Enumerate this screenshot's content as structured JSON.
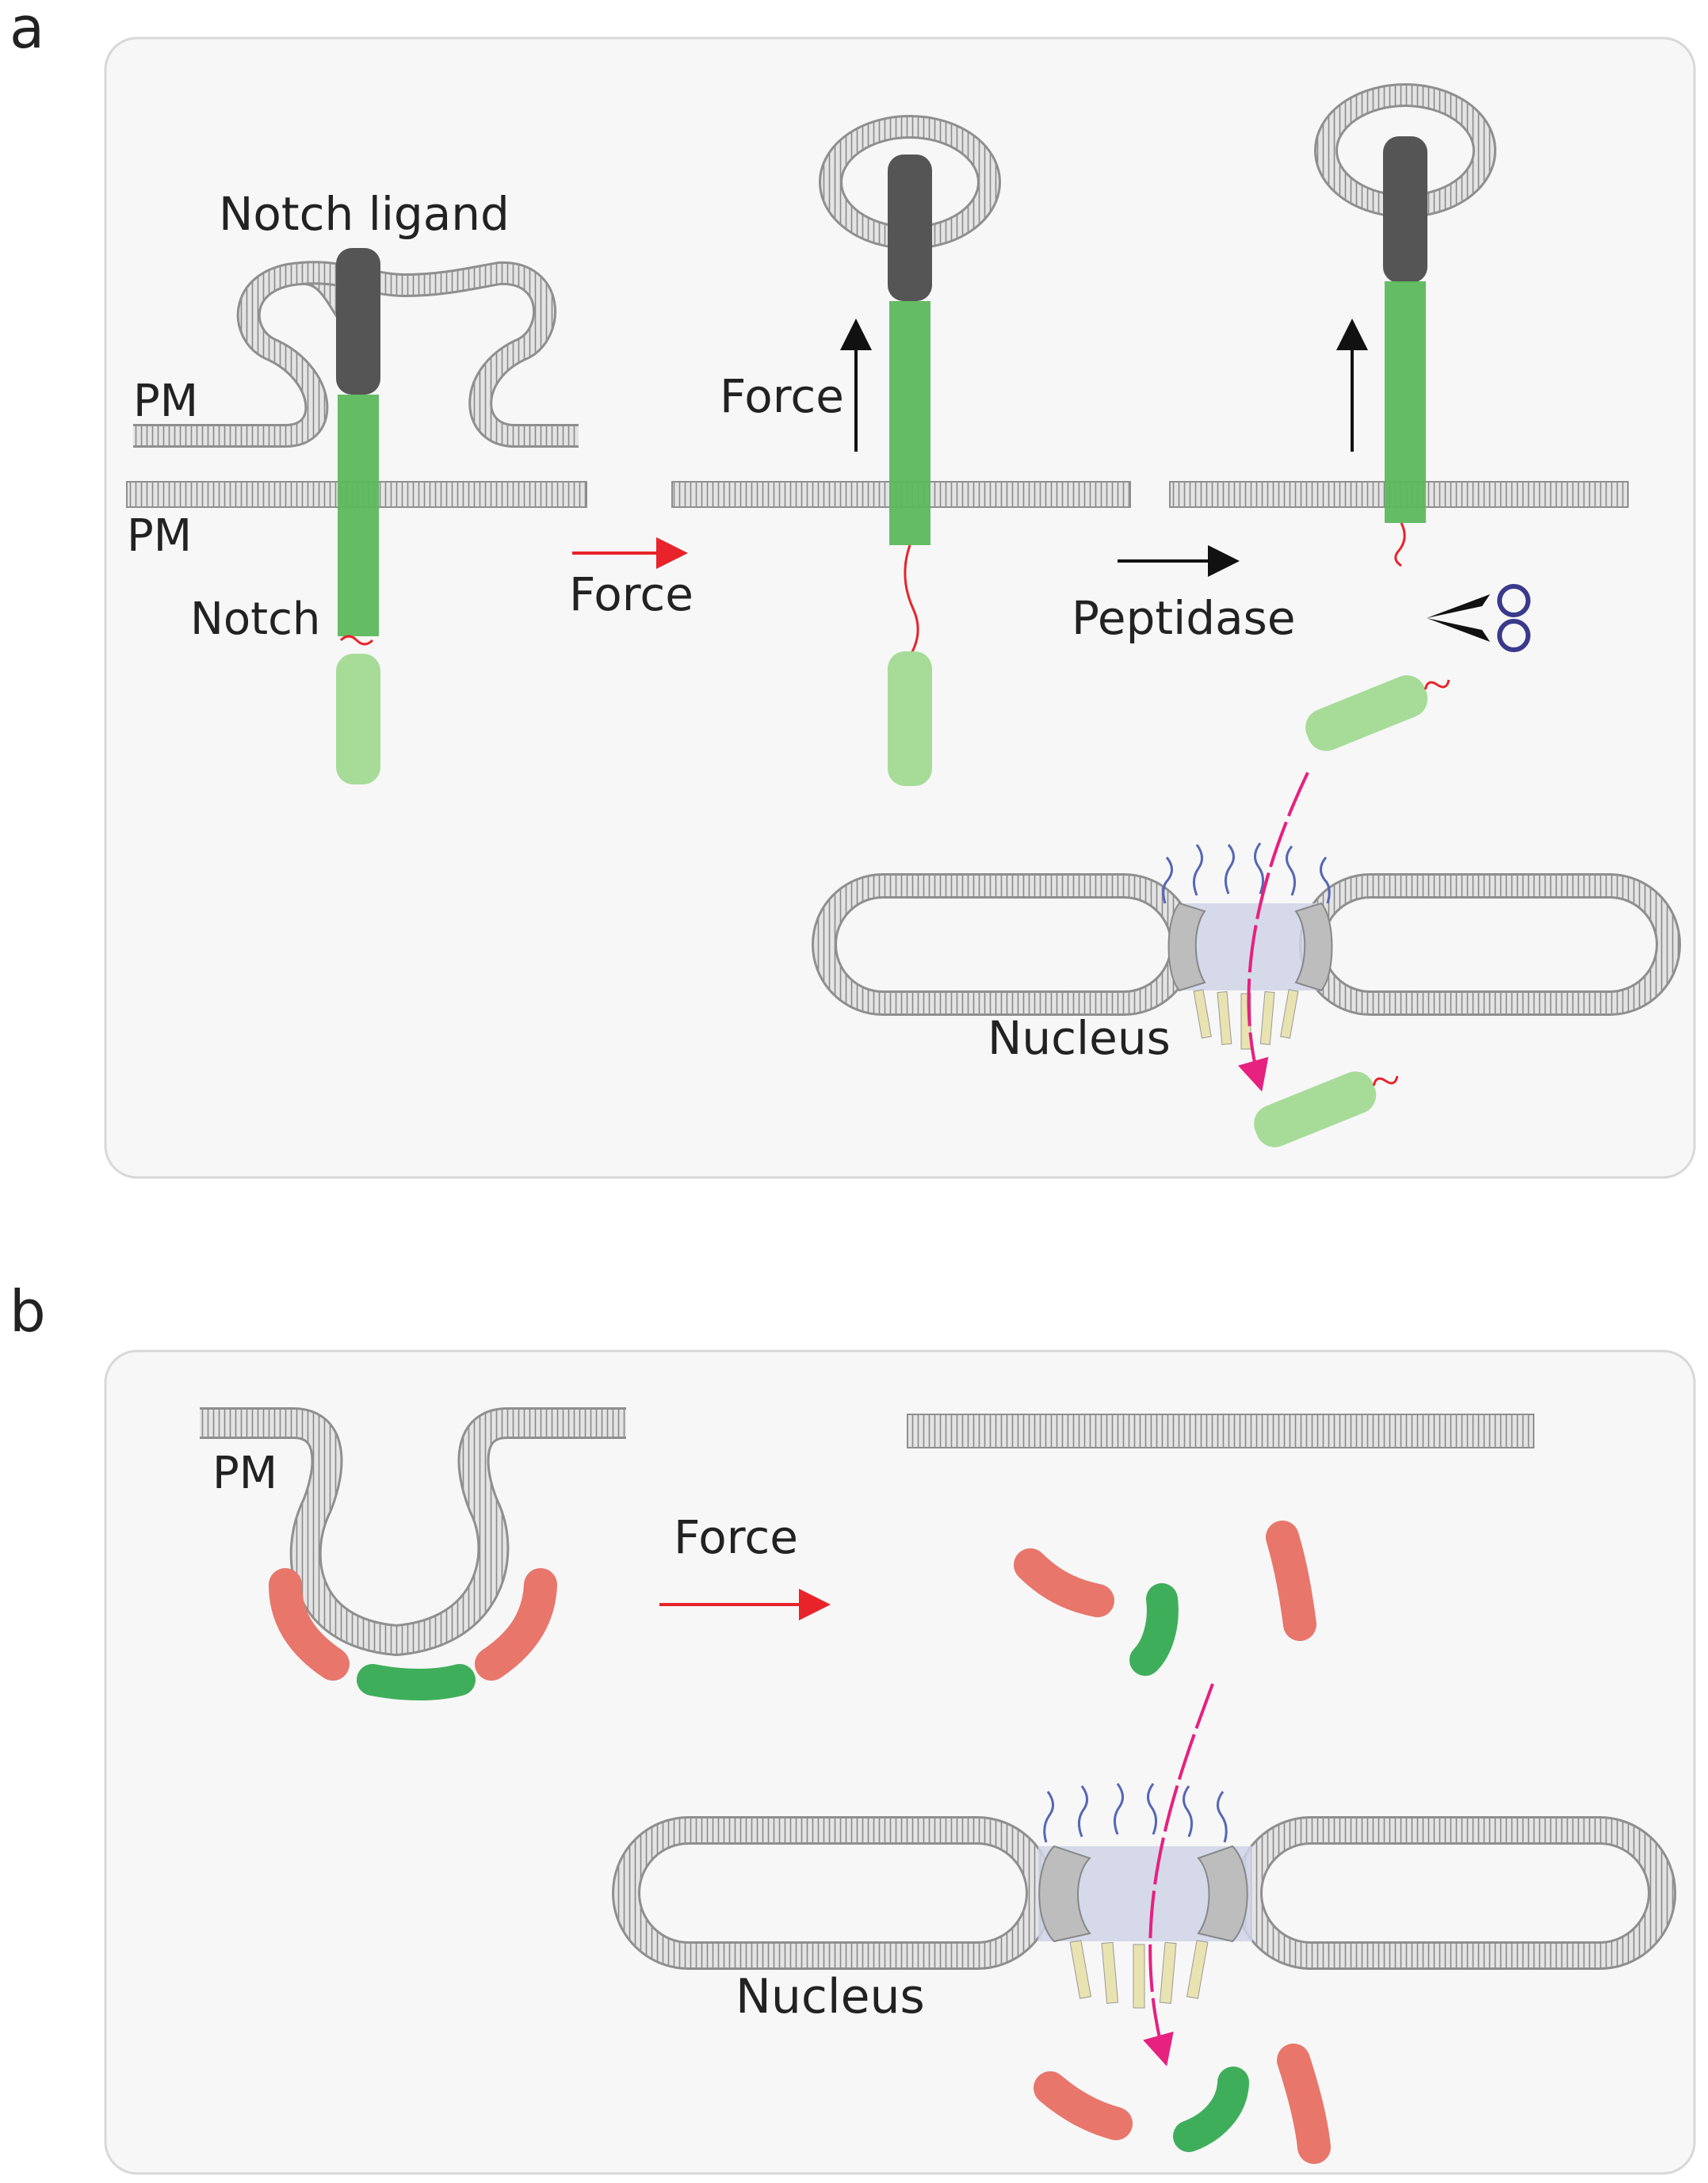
{
  "panel_a": {
    "letter": "a",
    "labels": {
      "notch_ligand": "Notch ligand",
      "pm_upper": "PM",
      "pm_lower": "PM",
      "notch": "Notch",
      "force_arrow": "Force",
      "force_vertical": "Force",
      "peptidase": "Peptidase",
      "nucleus": "Nucleus"
    }
  },
  "panel_b": {
    "letter": "b",
    "labels": {
      "pm": "PM",
      "force_arrow": "Force",
      "nucleus": "Nucleus"
    }
  },
  "colors": {
    "notch_dark_green": "#5cb85c",
    "notch_light_green": "#a6dc98",
    "ligand_gray": "#555555",
    "membrane_gray": "#b5b5b5",
    "force_red": "#e8232a",
    "import_magenta": "#e6217f",
    "protein_red": "#e8766b",
    "protein_green": "#3fae5a",
    "nuclear_pore": "#cfd4e6",
    "panel_bg": "#f7f7f7"
  }
}
